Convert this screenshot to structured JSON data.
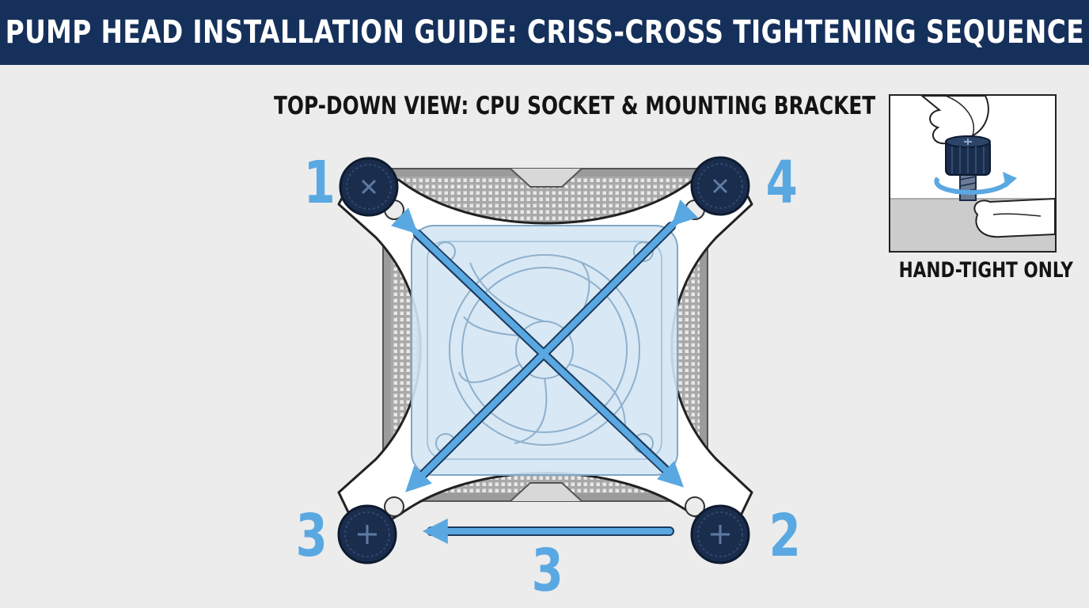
{
  "header": {
    "title": "PUMP HEAD INSTALLATION GUIDE: CRISS-CROSS TIGHTENING SEQUENCE"
  },
  "diagram": {
    "subtitle": "TOP-DOWN VIEW: CPU SOCKET & MOUNTING BRACKET",
    "screws": [
      {
        "position": "top-left",
        "label": "1"
      },
      {
        "position": "top-right",
        "label": "4"
      },
      {
        "position": "bottom-left",
        "label": "3"
      },
      {
        "position": "bottom-right",
        "label": "2"
      }
    ],
    "bottom_arrow_label": "3",
    "colors": {
      "accent": "#5aa8e2",
      "screw": "#1b2d4d",
      "header": "#15305a"
    }
  },
  "inset": {
    "caption": "HAND-TIGHT ONLY"
  }
}
